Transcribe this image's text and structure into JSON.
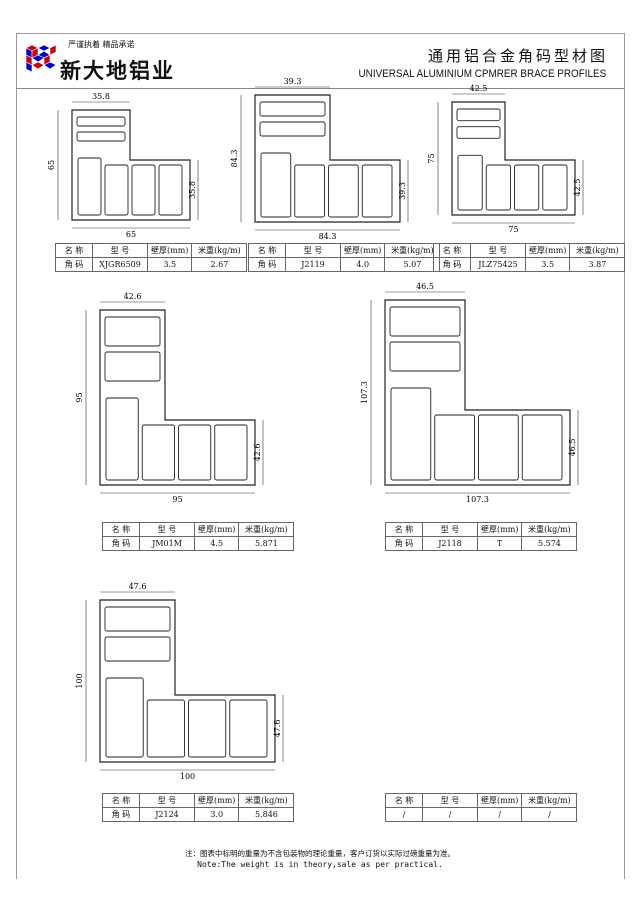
{
  "header": {
    "slogan": "严谨执着 精品承诺",
    "brand": "新大地铝业",
    "title_cn": "通用铝合金角码型材图",
    "title_en": "UNIVERSAL ALUMINIUM CPMRER BRACE PROFILES"
  },
  "table_headers": {
    "name": "名 称",
    "model": "型 号",
    "thickness": "壁厚(mm)",
    "weight": "米重(kg/m)"
  },
  "profiles": [
    {
      "dims": {
        "top": "35.8",
        "left": "65",
        "right": "35.8",
        "bottom": "65"
      },
      "name": "角 码",
      "model": "XJGR6509",
      "thickness": "3.5",
      "weight": "2.67"
    },
    {
      "dims": {
        "top": "39.3",
        "left": "84.3",
        "right": "39.3",
        "bottom": "84.3"
      },
      "name": "角 码",
      "model": "J2119",
      "thickness": "4.0",
      "weight": "5.07"
    },
    {
      "dims": {
        "top": "42.5",
        "left": "75",
        "right": "42.5",
        "bottom": "75"
      },
      "name": "角 码",
      "model": "JLZ75425",
      "thickness": "3.5",
      "weight": "3.87"
    },
    {
      "dims": {
        "top": "42.6",
        "left": "95",
        "right": "42.6",
        "bottom": "95"
      },
      "name": "角 码",
      "model": "JM01M",
      "thickness": "4.5",
      "weight": "5.871"
    },
    {
      "dims": {
        "top": "46.5",
        "left": "107.3",
        "right": "46.5",
        "bottom": "107.3"
      },
      "name": "角 码",
      "model": "J2118",
      "thickness": "T",
      "weight": "5.574"
    },
    {
      "dims": {
        "top": "47.6",
        "left": "100",
        "right": "47.6",
        "bottom": "100"
      },
      "name": "角 码",
      "model": "J2124",
      "thickness": "3.0",
      "weight": "5.846"
    },
    {
      "name": "/",
      "model": "/",
      "thickness": "/",
      "weight": "/"
    }
  ],
  "note": {
    "cn": "注：图表中标明的重量为不含包装物的理论重量，客户订货以实际过磅重量为准。",
    "en": "Note:The weight is in theory,sale as per practical."
  }
}
